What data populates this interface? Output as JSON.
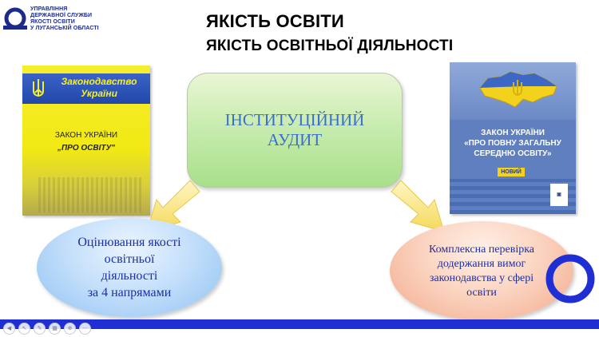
{
  "org": {
    "lines": [
      "УПРАВЛІННЯ",
      "ДЕРЖАВНОЇ СЛУЖБИ",
      "ЯКОСТІ ОСВІТИ",
      "У ЛУГАНСЬКІЙ ОБЛАСТІ"
    ]
  },
  "slide": {
    "title": "ЯКІСТЬ ОСВІТИ",
    "subtitle": "ЯКІСТЬ ОСВІТНЬОЇ ДІЯЛЬНОСТІ",
    "center_line1": "ІНСТИТУЦІЙНИЙ",
    "center_line2": "АУДИТ",
    "left_oval": [
      "Оцінювання якості",
      "освітньої",
      "діяльності",
      "за 4 напрямами"
    ],
    "right_oval": [
      "Комплексна перевірка",
      "додержання вимог",
      "законодавства у сфері",
      "освіти"
    ]
  },
  "book_left": {
    "band": [
      "Законодавство",
      "України"
    ],
    "law_line1": "ЗАКОН УКРАЇНИ",
    "law_line2": "„ПРО ОСВІТУ\""
  },
  "book_right": {
    "lines": [
      "ЗАКОН УКРАЇНИ",
      "«ПРО ПОВНУ ЗАГАЛЬНУ",
      "СЕРЕДНЮ ОСВІТУ»"
    ],
    "badge": "НОВИЙ"
  },
  "toolbar": {
    "icons": [
      "back-icon",
      "pointer-icon",
      "pen-icon",
      "slides-icon",
      "zoom-icon",
      "more-icon"
    ],
    "glyphs": [
      "◀",
      "↖",
      "✎",
      "▦",
      "⊕",
      "⋯"
    ]
  },
  "colors": {
    "accent_blue": "#1f2fd4",
    "center_green": "#c9ecb0",
    "left_oval_blue": "#c6e0fb",
    "right_oval_peach": "#fbd4c1",
    "arrow_yellow": "#f6e27a"
  }
}
